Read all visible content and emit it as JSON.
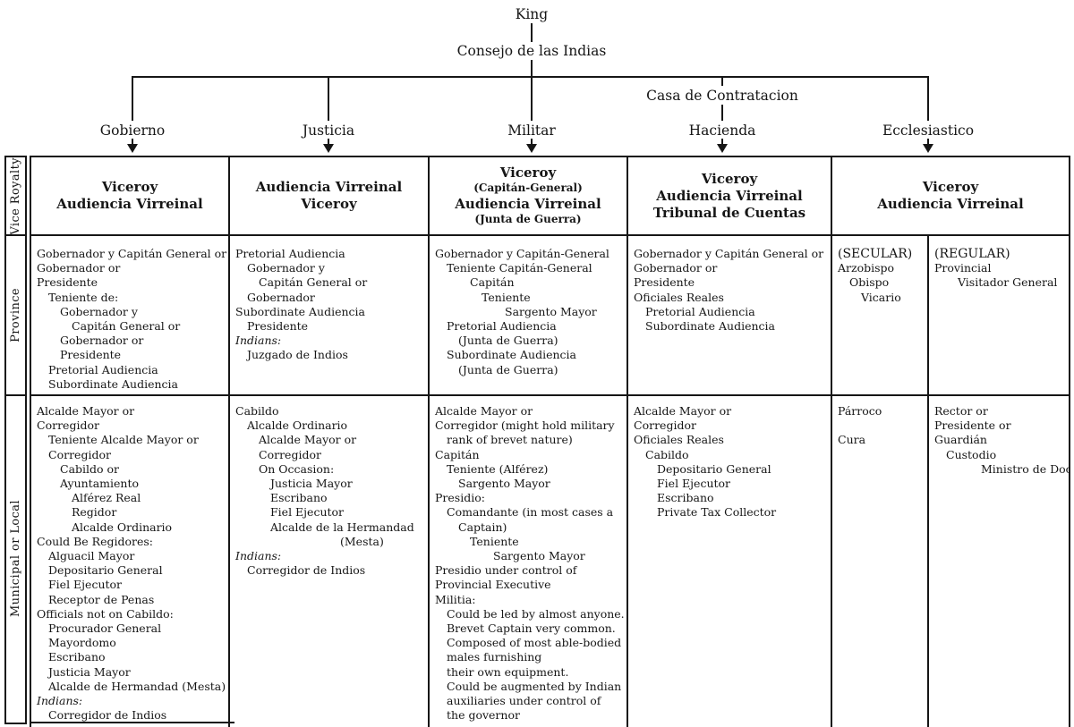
{
  "ink_color": "#161616",
  "paper_color": "#ffffff",
  "top": {
    "king": "King",
    "consejo": "Consejo de las Indias",
    "casa": "Casa de Contratacion",
    "branches": [
      "Gobierno",
      "Justicia",
      "Militar",
      "Hacienda",
      "Ecclesiastico"
    ]
  },
  "row_labels": [
    "Vice Royalty",
    "Province",
    "Municipal or Local"
  ],
  "table": {
    "header": {
      "gobierno": [
        [
          0,
          "Viceroy"
        ],
        [
          0,
          "Audiencia Virreinal"
        ]
      ],
      "justicia": [
        [
          0,
          "Audiencia Virreinal"
        ],
        [
          0,
          "Viceroy"
        ]
      ],
      "militar": [
        [
          0,
          "Viceroy"
        ],
        [
          0,
          "(Capitán-General)",
          "sm"
        ],
        [
          0,
          "Audiencia Virreinal"
        ],
        [
          0,
          "(Junta de Guerra)",
          "sm"
        ]
      ],
      "hacienda": [
        [
          0,
          "Viceroy"
        ],
        [
          0,
          "Audiencia Virreinal"
        ],
        [
          0,
          "Tribunal de Cuentas"
        ]
      ],
      "ecclesiastico": [
        [
          0,
          "Viceroy"
        ],
        [
          0,
          "Audiencia Virreinal"
        ]
      ]
    },
    "province": {
      "gobierno": [
        [
          0,
          "Gobernador y Capitán General or"
        ],
        [
          0,
          "Gobernador or"
        ],
        [
          0,
          "Presidente"
        ],
        [
          1,
          "Teniente de:"
        ],
        [
          2,
          "Gobernador y"
        ],
        [
          3,
          "Capitán General or"
        ],
        [
          2,
          "Gobernador or"
        ],
        [
          2,
          "Presidente"
        ],
        [
          1,
          "Pretorial Audiencia"
        ],
        [
          1,
          "Subordinate Audiencia"
        ]
      ],
      "justicia": [
        [
          0,
          "Pretorial Audiencia"
        ],
        [
          1,
          "Gobernador y"
        ],
        [
          2,
          "Capitán General or"
        ],
        [
          1,
          "Gobernador"
        ],
        [
          0,
          "Subordinate Audiencia"
        ],
        [
          1,
          "Presidente"
        ],
        [
          0,
          "Indians:",
          "it"
        ],
        [
          1,
          "Juzgado de Indios"
        ]
      ],
      "militar": [
        [
          0,
          "Gobernador y Capitán-General"
        ],
        [
          1,
          "Teniente Capitán-General"
        ],
        [
          3,
          "Capitán"
        ],
        [
          4,
          "Teniente"
        ],
        [
          6,
          "Sargento Mayor"
        ],
        [
          1,
          "Pretorial Audiencia"
        ],
        [
          2,
          "(Junta de Guerra)"
        ],
        [
          1,
          "Subordinate Audiencia"
        ],
        [
          2,
          "(Junta de Guerra)"
        ]
      ],
      "hacienda": [
        [
          0,
          "Gobernador y Capitán General or"
        ],
        [
          0,
          "Gobernador or"
        ],
        [
          0,
          "Presidente"
        ],
        [
          0,
          "Oficiales Reales"
        ],
        [
          1,
          "Pretorial Audiencia"
        ],
        [
          1,
          "Subordinate Audiencia"
        ]
      ],
      "secular": [
        [
          0,
          "(SECULAR)",
          "h"
        ],
        [
          0,
          "Arzobispo"
        ],
        [
          1,
          "Obispo"
        ],
        [
          2,
          "Vicario"
        ]
      ],
      "regular": [
        [
          0,
          "(REGULAR)",
          "h"
        ],
        [
          0,
          "Provincial"
        ],
        [
          2,
          "Visitador General"
        ]
      ]
    },
    "municipal": {
      "gobierno": [
        [
          0,
          "Alcalde Mayor or"
        ],
        [
          0,
          "Corregidor"
        ],
        [
          1,
          "Teniente Alcalde Mayor or"
        ],
        [
          1,
          "Corregidor"
        ],
        [
          2,
          "Cabildo or"
        ],
        [
          2,
          "Ayuntamiento"
        ],
        [
          3,
          "Alférez Real"
        ],
        [
          3,
          "Regidor"
        ],
        [
          3,
          "Alcalde Ordinario"
        ],
        [
          0,
          "Could Be Regidores:"
        ],
        [
          1,
          "Alguacil Mayor"
        ],
        [
          1,
          "Depositario General"
        ],
        [
          1,
          "Fiel Ejecutor"
        ],
        [
          1,
          "Receptor de Penas"
        ],
        [
          0,
          "Officials not on Cabildo:"
        ],
        [
          1,
          "Procurador General"
        ],
        [
          1,
          "Mayordomo"
        ],
        [
          1,
          "Escribano"
        ],
        [
          1,
          "Justicia Mayor"
        ],
        [
          1,
          "Alcalde de Hermandad (Mesta)"
        ],
        [
          0,
          "Indians:",
          "it"
        ],
        [
          1,
          "Corregidor de Indios"
        ]
      ],
      "justicia": [
        [
          0,
          "Cabildo"
        ],
        [
          1,
          "Alcalde Ordinario"
        ],
        [
          2,
          "Alcalde Mayor or"
        ],
        [
          2,
          "Corregidor"
        ],
        [
          2,
          "On Occasion:"
        ],
        [
          3,
          "Justicia Mayor"
        ],
        [
          3,
          "Escribano"
        ],
        [
          3,
          "Fiel Ejecutor"
        ],
        [
          3,
          "Alcalde de la Hermandad"
        ],
        [
          9,
          "(Mesta)"
        ],
        [
          0,
          "Indians:",
          "it"
        ],
        [
          1,
          "Corregidor de Indios"
        ]
      ],
      "militar": [
        [
          0,
          "Alcalde Mayor or"
        ],
        [
          0,
          "Corregidor (might hold military"
        ],
        [
          1,
          "rank of brevet nature)"
        ],
        [
          0,
          "Capitán"
        ],
        [
          1,
          "Teniente (Alférez)"
        ],
        [
          2,
          "Sargento Mayor"
        ],
        [
          0,
          "Presidio:"
        ],
        [
          1,
          "Comandante (in most cases a"
        ],
        [
          2,
          "Captain)"
        ],
        [
          3,
          "Teniente"
        ],
        [
          5,
          "Sargento Mayor"
        ],
        [
          0,
          "Presidio under control of"
        ],
        [
          0,
          "Provincial Executive"
        ],
        [
          0,
          "Militia:"
        ],
        [
          1,
          "Could be led by almost anyone."
        ],
        [
          1,
          "Brevet Captain very common."
        ],
        [
          1,
          "Composed of most able-bodied"
        ],
        [
          1,
          "males furnishing"
        ],
        [
          1,
          "their own equipment."
        ],
        [
          1,
          "Could be augmented by Indian",
          "g"
        ],
        [
          1,
          "auxiliaries under control of"
        ],
        [
          1,
          "the governor"
        ]
      ],
      "hacienda": [
        [
          0,
          "Alcalde Mayor or"
        ],
        [
          0,
          "Corregidor"
        ],
        [
          0,
          "Oficiales Reales"
        ],
        [
          1,
          "Cabildo"
        ],
        [
          2,
          "Depositario General"
        ],
        [
          2,
          "Fiel Ejecutor"
        ],
        [
          2,
          "Escribano"
        ],
        [
          2,
          "Private Tax Collector"
        ]
      ],
      "secular": [
        [
          0,
          "Párroco",
          "c"
        ],
        [
          0,
          "",
          "c"
        ],
        [
          0,
          "Cura",
          "c"
        ]
      ],
      "regular": [
        [
          0,
          "Rector or"
        ],
        [
          0,
          "Presidente or"
        ],
        [
          0,
          "Guardián"
        ],
        [
          1,
          "Custodio"
        ],
        [
          4,
          "Ministro de Doctrina"
        ]
      ]
    }
  }
}
